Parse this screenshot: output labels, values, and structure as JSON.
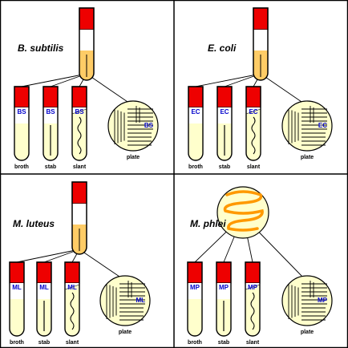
{
  "colors": {
    "cap": "#ee0000",
    "broth": "#ffffcc",
    "source_culture": "#ffcc66",
    "label_text": "#0000cc",
    "colony": "#ff9900"
  },
  "labels": {
    "broth": "broth",
    "stab": "stab",
    "slant": "slant",
    "plate": "plate"
  },
  "panels": [
    {
      "organism": "B. subtilis",
      "code": "BS",
      "source": "tube"
    },
    {
      "organism": "E. coli",
      "code": "EC",
      "source": "tube"
    },
    {
      "organism": "M. luteus",
      "code": "ML",
      "source": "tube"
    },
    {
      "organism": "M. phlei",
      "code": "MP",
      "source": "plate"
    }
  ]
}
